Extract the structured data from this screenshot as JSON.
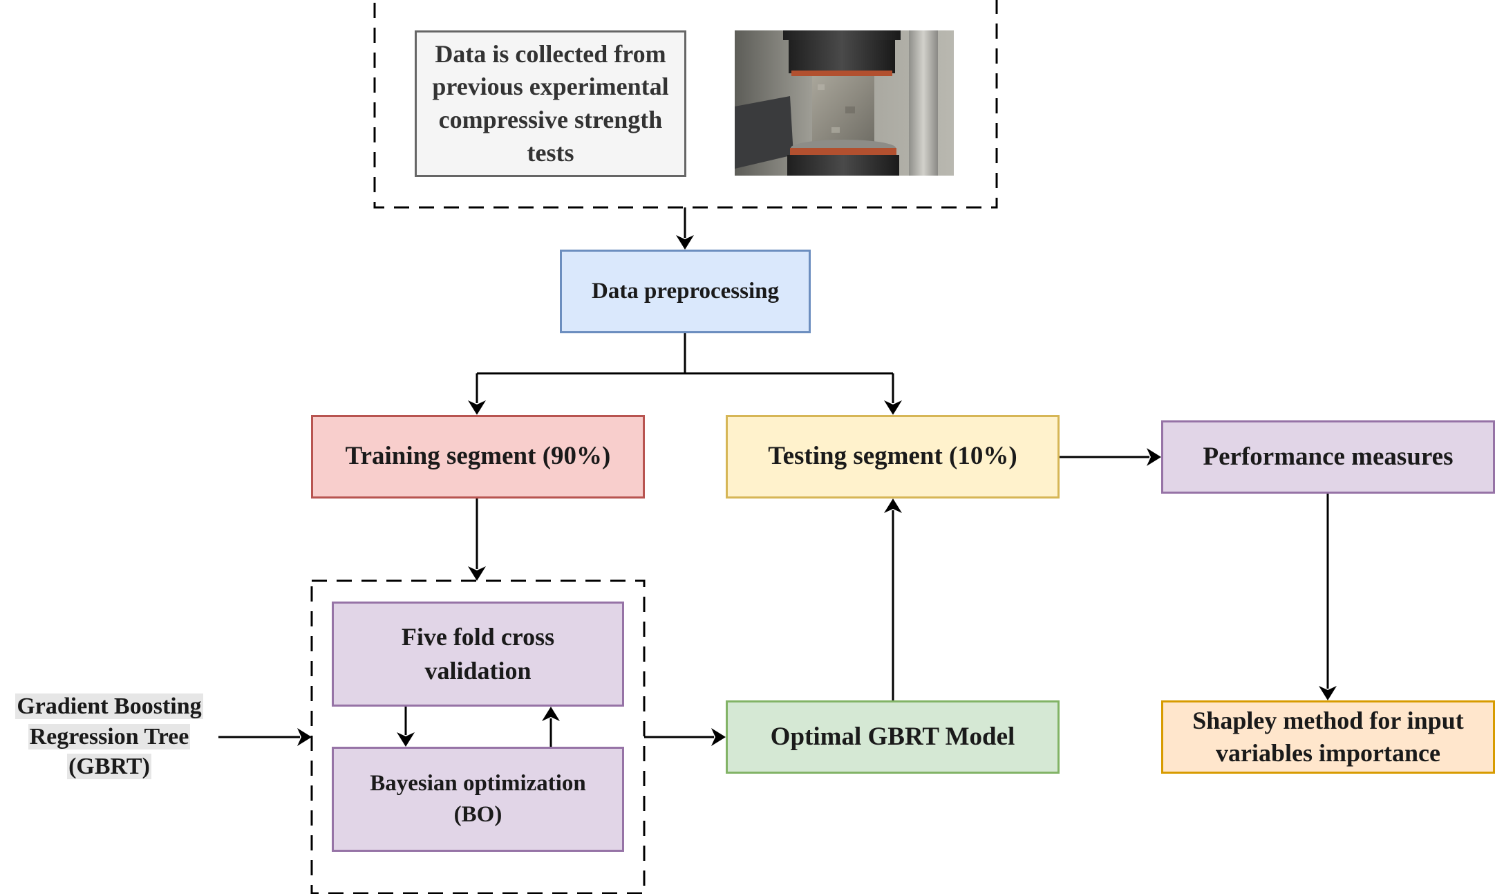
{
  "diagram": {
    "collected_box": {
      "lines": [
        "Data is collected from",
        "previous experimental",
        "compressive strength",
        "tests"
      ]
    },
    "photo": {
      "icon": "compression-test-photo"
    },
    "preprocessing_label": "Data preprocessing",
    "training_label": "Training segment (90%)",
    "testing_label": "Testing segment (10%)",
    "performance_label": "Performance measures",
    "fivefold_lines": [
      "Five fold cross",
      "validation"
    ],
    "bayesian_lines": [
      "Bayesian optimization",
      "(BO)"
    ],
    "optimal_label": "Optimal GBRT Model",
    "shapley_lines": [
      "Shapley method for input",
      "variables importance"
    ],
    "gbrt_lines": [
      "Gradient Boosting",
      "Regression Tree",
      "(GBRT)"
    ],
    "colors": {
      "preprocessing_fill": "#dae8fc",
      "training_fill": "#f8cecc",
      "testing_fill": "#fff2cc",
      "process_fill": "#e1d5e7",
      "optimal_fill": "#d5e8d4",
      "shapley_fill": "#ffe6cc",
      "collected_fill": "#f5f5f5"
    }
  }
}
